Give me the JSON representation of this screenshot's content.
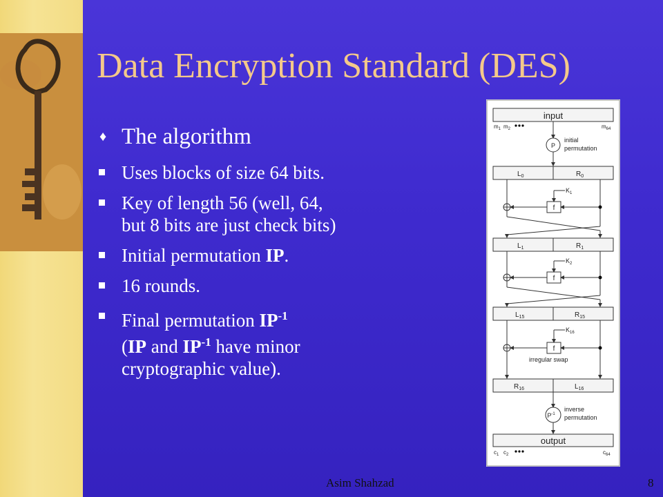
{
  "slide": {
    "title": "Data Encryption Standard (DES)",
    "heading": "The algorithm",
    "bullets": {
      "b1": "Uses blocks of size 64 bits.",
      "b2_line1": "Key of length 56 (well, 64,",
      "b2_line2": "but 8 bits are just check bits)",
      "b3_text": "Initial permutation ",
      "b3_bold": "IP",
      "b3_end": ".",
      "b4": "16 rounds.",
      "b5_text": "Final permutation ",
      "b5_ip": "IP",
      "b5_sup": "-1",
      "b5_l2_open": "(",
      "b5_l2_ip": "IP",
      "b5_l2_and": " and ",
      "b5_l2_ip2": "IP",
      "b5_l2_sup": "-1",
      "b5_l2_rest": " have minor",
      "b5_l3": "cryptographic  value)."
    },
    "footer": {
      "author": "Asim Shahzad",
      "page": "8"
    }
  },
  "diagram": {
    "input": "input",
    "m1": "m",
    "m1_sub": "1",
    "m2": "m",
    "m2_sub": "2",
    "m64": "m",
    "m64_sub": "64",
    "ip_node": "P",
    "ip_label_1": "initial",
    "ip_label_2": "permutation",
    "l0": "L",
    "l0_sub": "0",
    "r0": "R",
    "r0_sub": "0",
    "k1": "K",
    "k1_sub": "1",
    "f": "f",
    "l1": "L",
    "l1_sub": "1",
    "r1": "R",
    "r1_sub": "1",
    "k2": "K",
    "k2_sub": "2",
    "l15": "L",
    "l15_sub": "15",
    "r15": "R",
    "r15_sub": "15",
    "k16": "K",
    "k16_sub": "16",
    "swap_label": "irregular swap",
    "r16": "R",
    "r16_sub": "16",
    "l16": "L",
    "l16_sub": "16",
    "fp_node": "P",
    "fp_sup": "-1",
    "fp_label_1": "inverse",
    "fp_label_2": "permutation",
    "output": "output",
    "c1": "c",
    "c1_sub": "1",
    "c2": "c",
    "c2_sub": "2",
    "c64": "c",
    "c64_sub": "64"
  },
  "colors": {
    "background": "#3f2bcf",
    "left_band": "#f3dc84",
    "title": "#f4c98a",
    "text": "#ffffff"
  }
}
